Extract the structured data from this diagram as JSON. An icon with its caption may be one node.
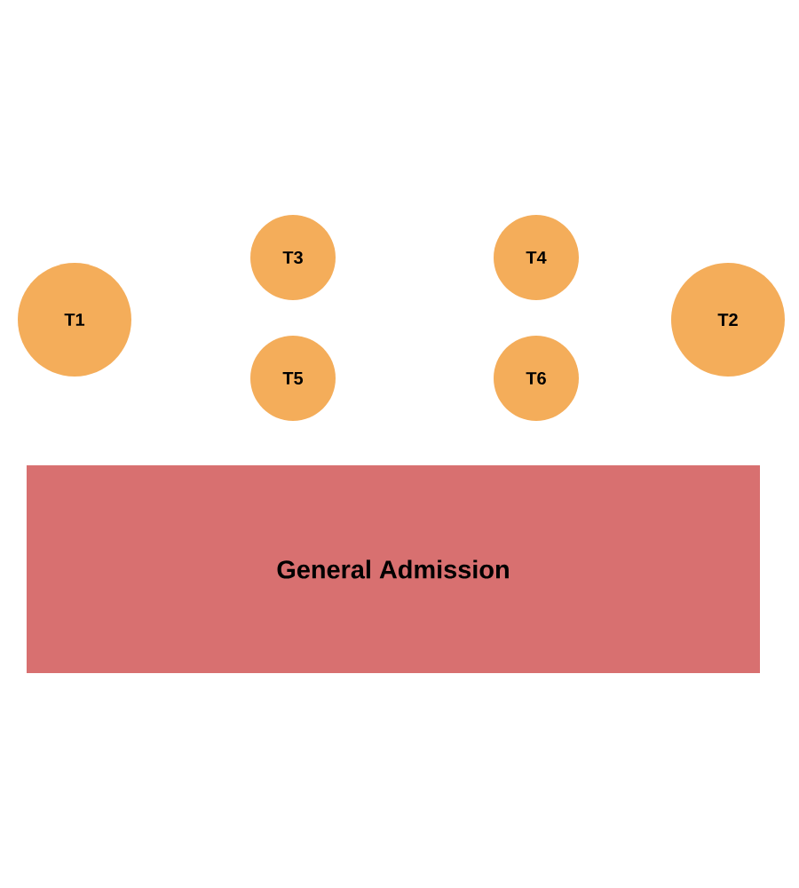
{
  "diagram": {
    "nodes": [
      {
        "text": [
          "T3"
        ]
      },
      {
        "text": [
          "T4"
        ]
      },
      {
        "text": [
          "T1"
        ]
      },
      {
        "text": [
          "T2"
        ]
      },
      {
        "text": [
          "T5"
        ]
      },
      {
        "text": [
          "T6"
        ]
      },
      {
        "text": [
          "General Admission"
        ]
      }
    ],
    "edges": []
  }
}
